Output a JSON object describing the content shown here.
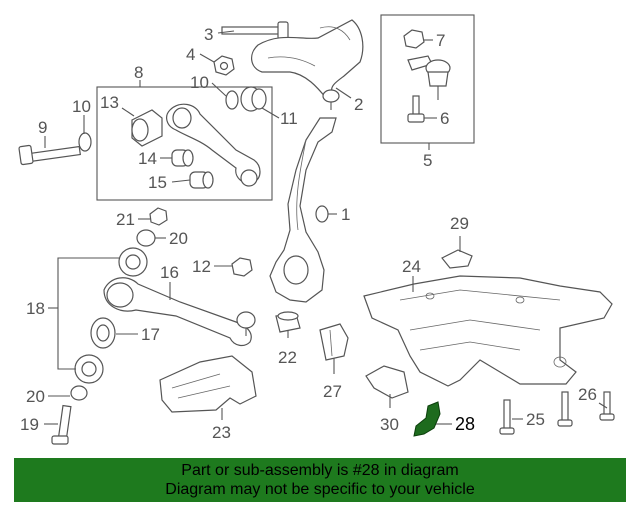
{
  "callouts": [
    "1",
    "2",
    "3",
    "4",
    "5",
    "6",
    "7",
    "8",
    "9",
    "10",
    "10",
    "11",
    "12",
    "13",
    "14",
    "15",
    "16",
    "17",
    "18",
    "19",
    "20",
    "20",
    "21",
    "22",
    "23",
    "24",
    "25",
    "26",
    "27",
    "28",
    "29",
    "30"
  ],
  "highlight_callout": "28",
  "banner": {
    "line1": "Part or sub-assembly is #28 in diagram",
    "line2": "Diagram may not be specific to your vehicle",
    "color": "#1e7a1e"
  },
  "colors": {
    "highlight_part": "#1e6b1e",
    "line_art": "#555555"
  }
}
